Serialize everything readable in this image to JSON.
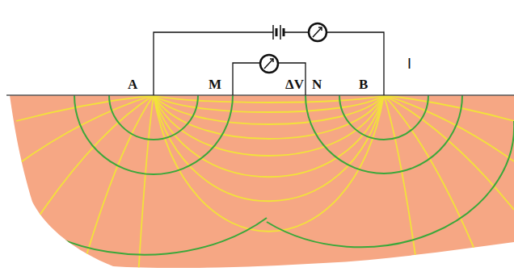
{
  "diagram": {
    "labels": [
      "A",
      "M",
      "ΔV",
      "N",
      "B",
      "I"
    ]
  }
}
